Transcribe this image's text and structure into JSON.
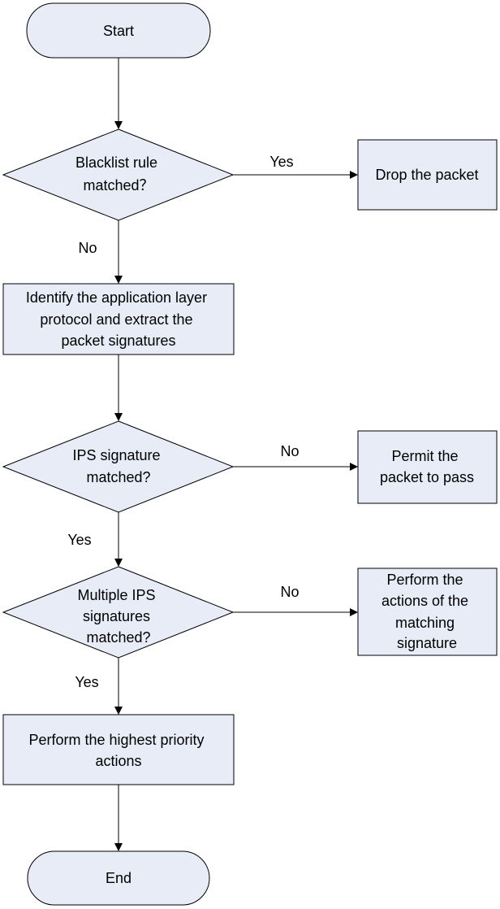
{
  "flowchart": {
    "start": "Start",
    "end": "End",
    "decision_blacklist": [
      "Blacklist rule",
      "matched？"
    ],
    "decision_ips": [
      "IPS signature",
      "matched?"
    ],
    "decision_multiple": [
      "Multiple IPS",
      "signatures",
      "matched?"
    ],
    "process_drop": [
      "Drop the packet"
    ],
    "process_identify": [
      "Identify the application layer",
      "protocol and extract the",
      "packet signatures"
    ],
    "process_permit": [
      "Permit the",
      "packet to pass"
    ],
    "process_perform_matching": [
      "Perform the",
      "actions of the",
      "matching",
      "signature"
    ],
    "process_highest": [
      "Perform the highest priority",
      "actions"
    ],
    "edge_labels": {
      "blacklist_yes": "Yes",
      "blacklist_no": "No",
      "ips_no": "No",
      "ips_yes": "Yes",
      "multiple_no": "No",
      "multiple_yes": "Yes"
    }
  },
  "colors": {
    "shape_fill": "#e8ecf7",
    "stroke": "#000000",
    "text": "#000000"
  }
}
